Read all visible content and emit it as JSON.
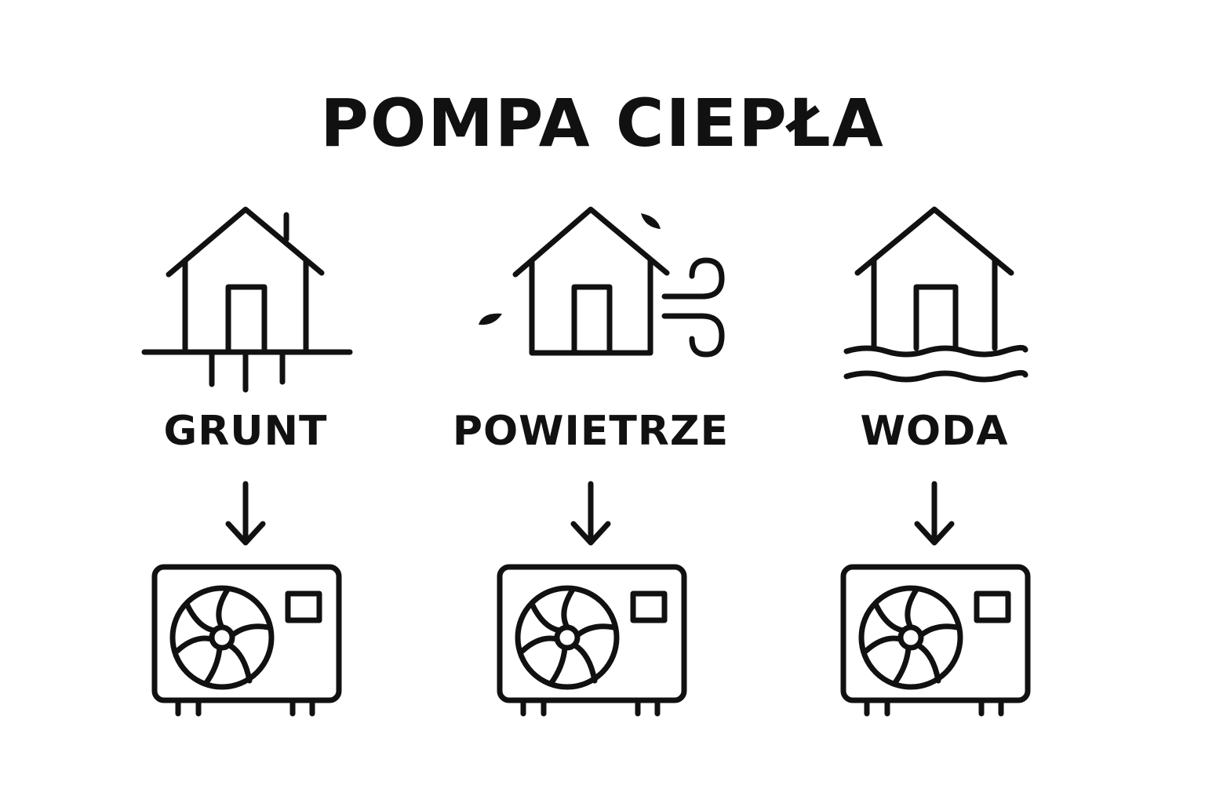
{
  "title": "POMPA CIEPŁA",
  "columns": [
    {
      "label": "GRUNT",
      "icon": "house-ground-icon"
    },
    {
      "label": "POWIETRZE",
      "icon": "house-air-icon"
    },
    {
      "label": "WODA",
      "icon": "house-water-icon"
    }
  ],
  "colors": {
    "stroke": "#111111",
    "background": "#ffffff"
  }
}
